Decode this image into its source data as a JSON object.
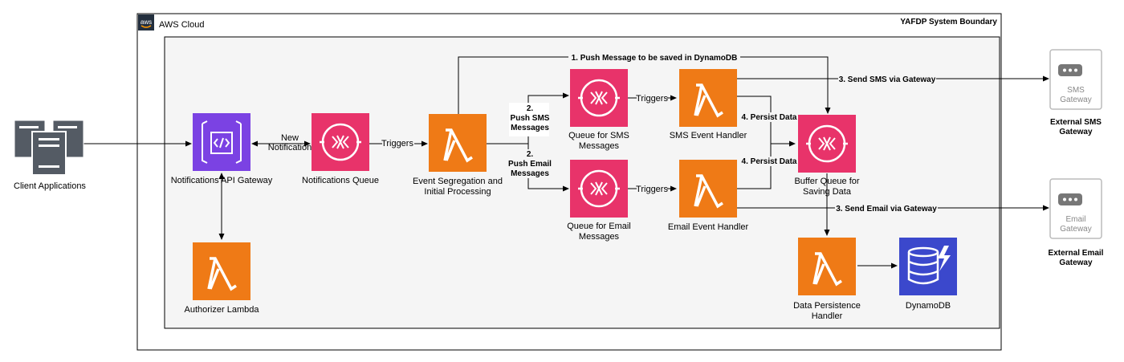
{
  "boundary": {
    "aws_badge": "aws",
    "cloud_label": "AWS Cloud",
    "system_label": "YAFDP System Boundary"
  },
  "colors": {
    "api_gateway": "#7b42e3",
    "queue": "#e8336a",
    "lambda": "#ef7a16",
    "dynamodb": "#3b48cc",
    "servers": "#545b64",
    "external": "#9a9a9a",
    "panel": "#f5f5f5"
  },
  "nodes": {
    "client": {
      "label": "Client Applications",
      "icon": "servers-icon"
    },
    "api_gateway": {
      "label": "Notifications API Gateway",
      "icon": "api-gateway-icon"
    },
    "authorizer": {
      "label": "Authorizer Lambda",
      "icon": "lambda-icon"
    },
    "notif_queue": {
      "label": "Notifications Queue",
      "icon": "sqs-icon"
    },
    "segregation": {
      "label_line1": "Event Segregation and",
      "label_line2": "Initial Processing",
      "icon": "lambda-icon"
    },
    "sms_queue": {
      "label_line1": "Queue for SMS",
      "label_line2": "Messages",
      "icon": "sqs-icon"
    },
    "email_queue": {
      "label_line1": "Queue for Email",
      "label_line2": "Messages",
      "icon": "sqs-icon"
    },
    "sms_handler": {
      "label": "SMS Event Handler",
      "icon": "lambda-icon"
    },
    "email_handler": {
      "label": "Email Event Handler",
      "icon": "lambda-icon"
    },
    "buffer_queue": {
      "label_line1": "Buffer Queue for",
      "label_line2": "Saving Data",
      "icon": "sqs-icon"
    },
    "persistence": {
      "label_line1": "Data Persistence",
      "label_line2": "Handler",
      "icon": "lambda-icon"
    },
    "dynamodb": {
      "label": "DynamoDB",
      "icon": "dynamodb-icon"
    },
    "sms_gateway": {
      "inner_line1": "SMS",
      "inner_line2": "Gateway",
      "label_line1": "External SMS",
      "label_line2": "Gateway",
      "icon": "gateway-box-icon"
    },
    "email_gateway": {
      "inner_line1": "Email",
      "inner_line2": "Gateway",
      "label_line1": "External Email",
      "label_line2": "Gateway",
      "icon": "gateway-box-icon"
    }
  },
  "edges": {
    "new_notification_1": "New",
    "new_notification_2": "Notification",
    "triggers": "Triggers",
    "push_sms_1": "2.",
    "push_sms_2": "Push SMS",
    "push_sms_3": "Messages",
    "push_email_1": "2.",
    "push_email_2": "Push Email",
    "push_email_3": "Messages",
    "push_dynamo": "1. Push Message to be saved in DynamoDB",
    "send_sms": "3. Send SMS via Gateway",
    "send_email": "3. Send Email via Gateway",
    "persist_1": "4. Persist Data",
    "persist_2": "4. Persist Data"
  }
}
